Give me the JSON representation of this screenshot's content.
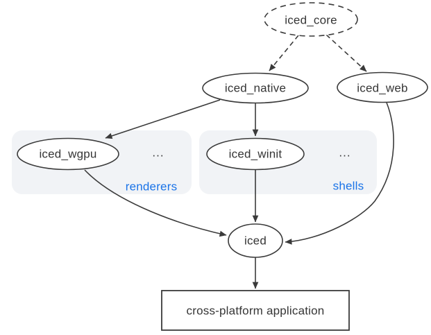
{
  "diagram": {
    "nodes": {
      "iced_core": {
        "label": "iced_core",
        "shape": "ellipse-dashed"
      },
      "iced_native": {
        "label": "iced_native",
        "shape": "ellipse"
      },
      "iced_web": {
        "label": "iced_web",
        "shape": "ellipse"
      },
      "iced_wgpu": {
        "label": "iced_wgpu",
        "shape": "ellipse"
      },
      "iced_winit": {
        "label": "iced_winit",
        "shape": "ellipse"
      },
      "iced": {
        "label": "iced",
        "shape": "ellipse"
      },
      "app": {
        "label": "cross-platform application",
        "shape": "rectangle"
      }
    },
    "groups": {
      "renderers": {
        "label": "renderers",
        "more": "..."
      },
      "shells": {
        "label": "shells",
        "more": "..."
      }
    },
    "edges": [
      {
        "from": "iced_core",
        "to": "iced_native",
        "style": "dashed"
      },
      {
        "from": "iced_core",
        "to": "iced_web",
        "style": "dashed"
      },
      {
        "from": "iced_native",
        "to": "iced_wgpu",
        "style": "solid"
      },
      {
        "from": "iced_native",
        "to": "iced_winit",
        "style": "solid"
      },
      {
        "from": "iced_wgpu",
        "to": "iced",
        "style": "solid"
      },
      {
        "from": "iced_winit",
        "to": "iced",
        "style": "solid"
      },
      {
        "from": "iced_web",
        "to": "iced",
        "style": "solid"
      },
      {
        "from": "iced",
        "to": "app",
        "style": "solid"
      }
    ],
    "colors": {
      "stroke": "#3a3a3a",
      "text": "#353535",
      "group_fill": "#f1f3f6",
      "group_label": "#1a73e8",
      "background": "#ffffff"
    }
  }
}
